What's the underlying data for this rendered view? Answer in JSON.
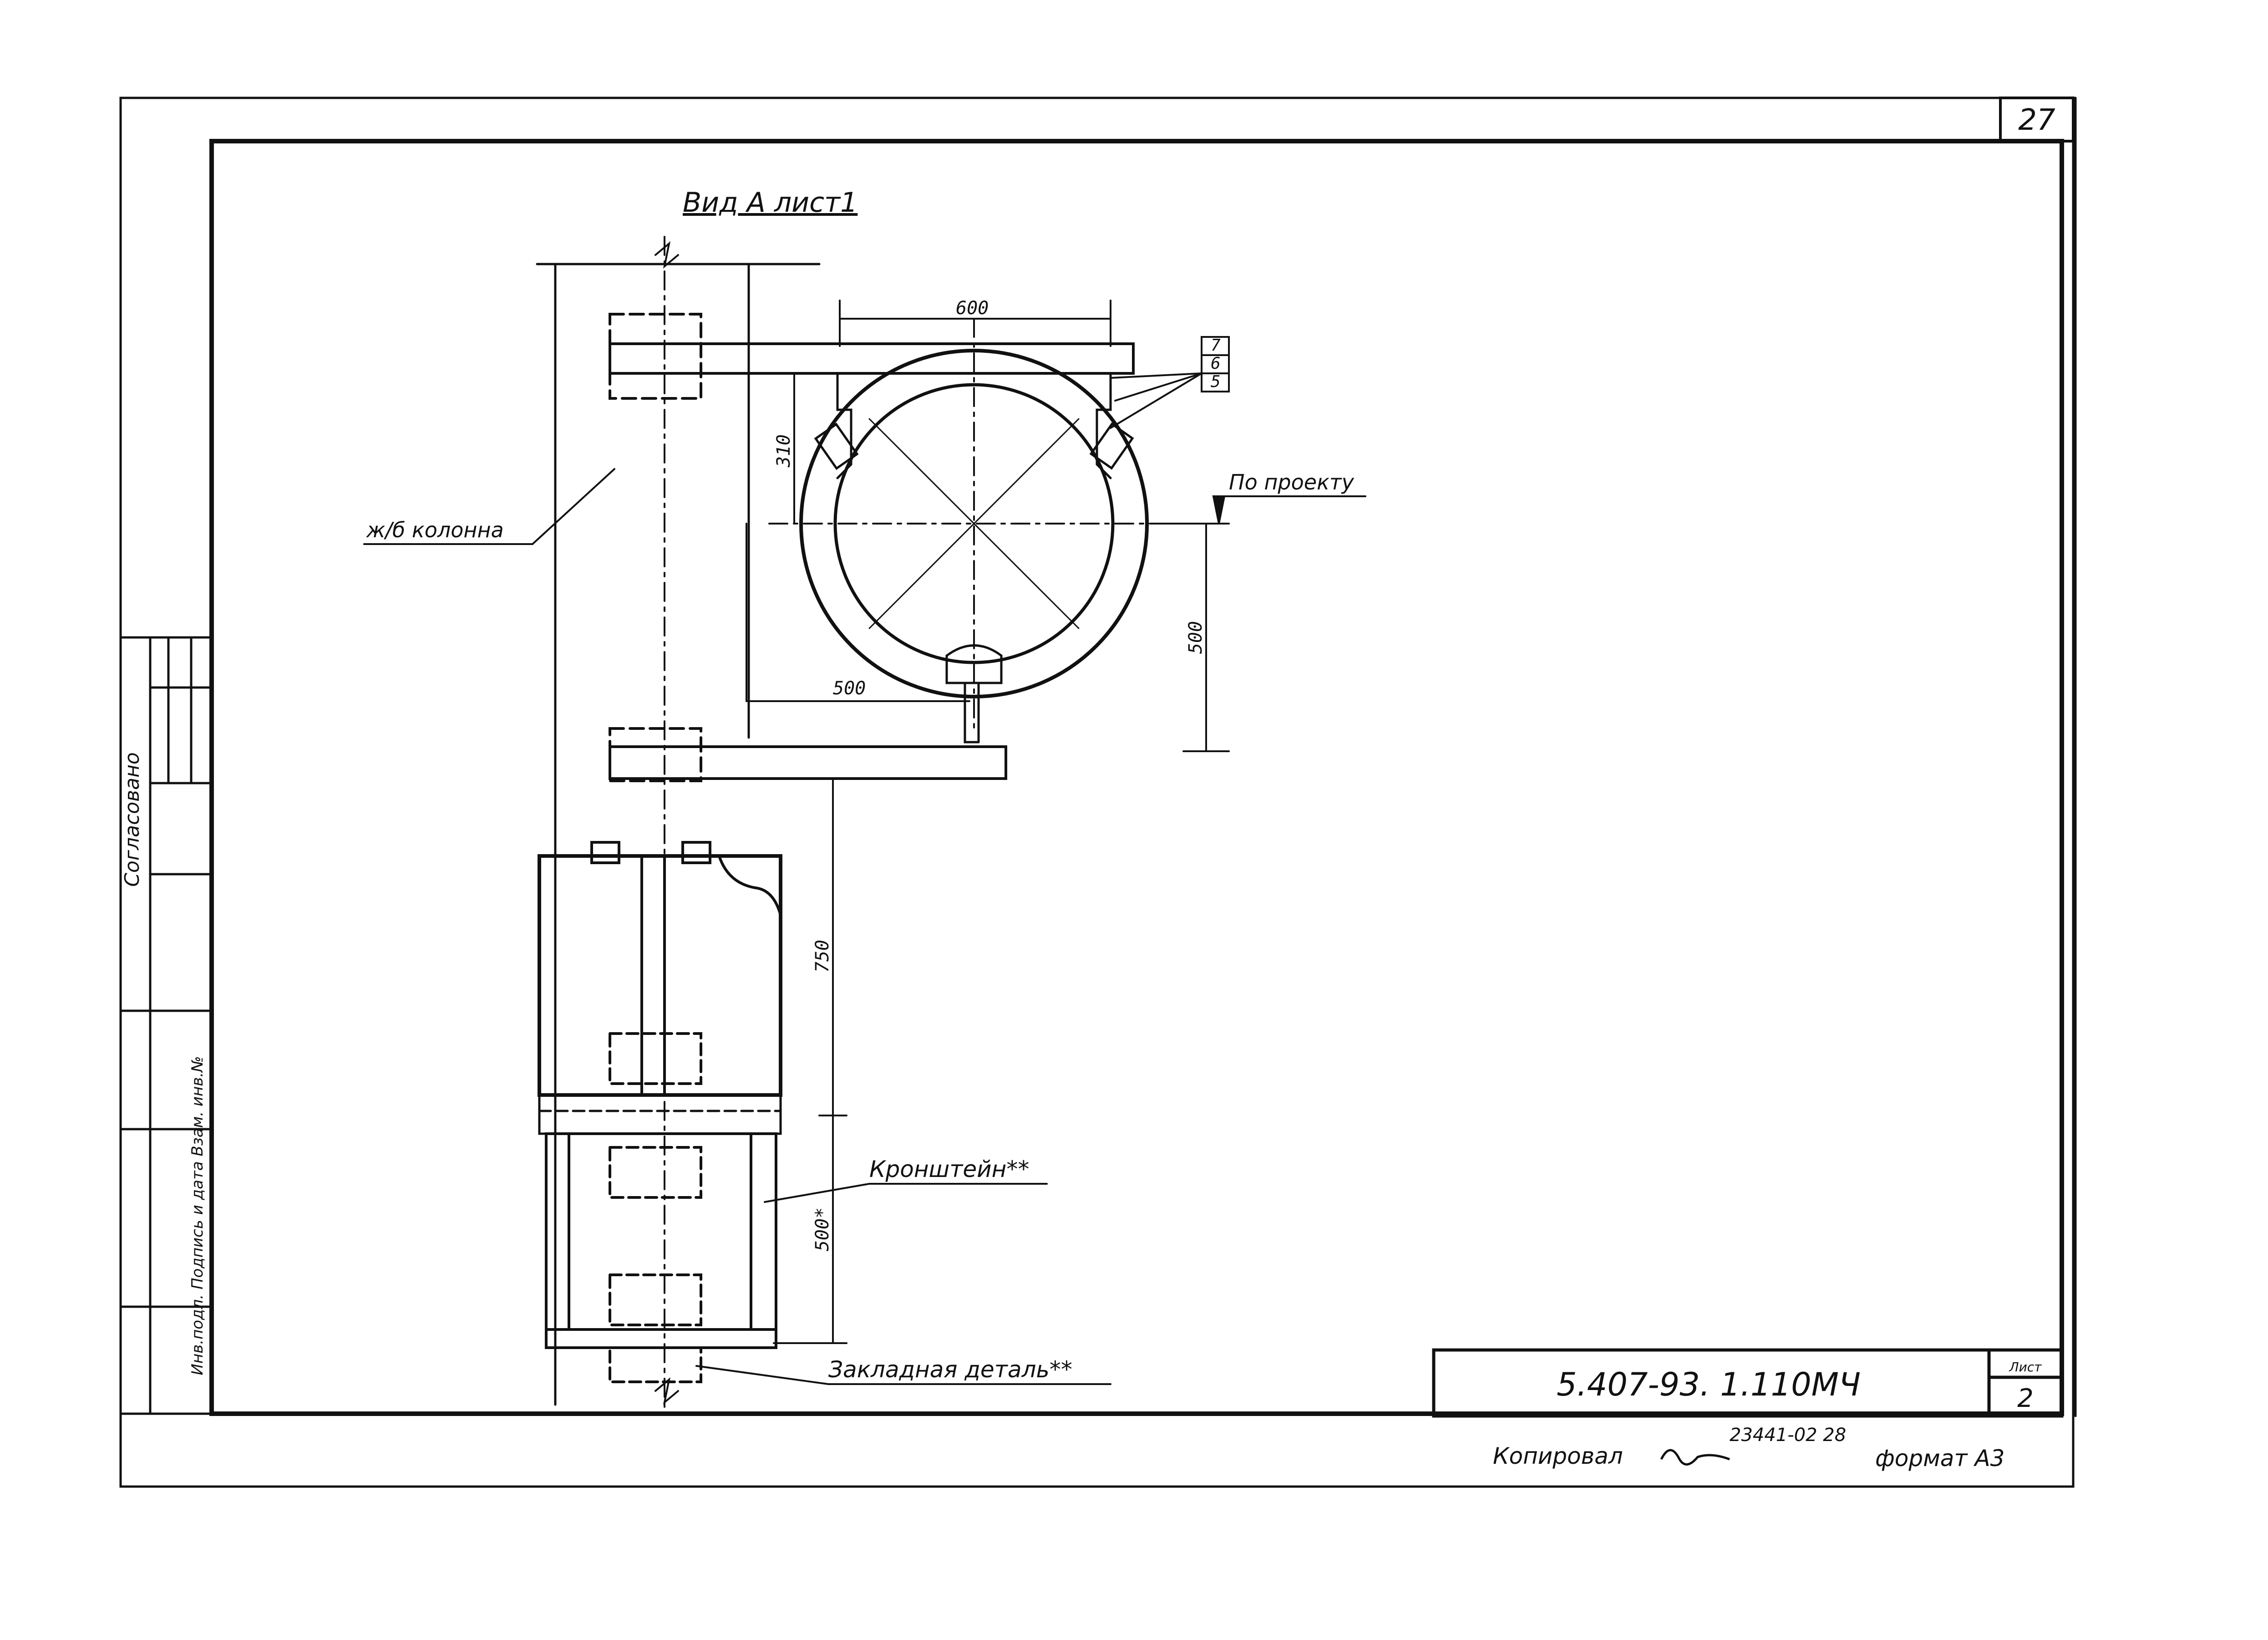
{
  "sheet": {
    "corner_number": "27",
    "view_title": "Вид А лист1",
    "document_code": "5.407-93. 1.110МЧ",
    "sheet_label": "Лист",
    "sheet_number": "2",
    "copied_by": "Копировал",
    "archive_number": "23441-02 28",
    "format": "формат А3"
  },
  "side_stamp": {
    "agreed": "Согласовано",
    "inventory": "Инв.подл. Подпись и дата Взам. инв.№"
  },
  "labels": {
    "column": "ж/б колонна",
    "by_project": "По проекту",
    "bracket": "Кронштейн**",
    "embedded_part": "Закладная деталь**"
  },
  "dimensions": {
    "d600": "600",
    "d310": "310",
    "d500h": "500",
    "d500v": "500",
    "d750": "750",
    "d500star": "500*"
  },
  "callouts": [
    "7",
    "6",
    "5"
  ],
  "colors": {
    "ink": "#111111",
    "paper": "#ffffff",
    "frame": "#222222"
  }
}
